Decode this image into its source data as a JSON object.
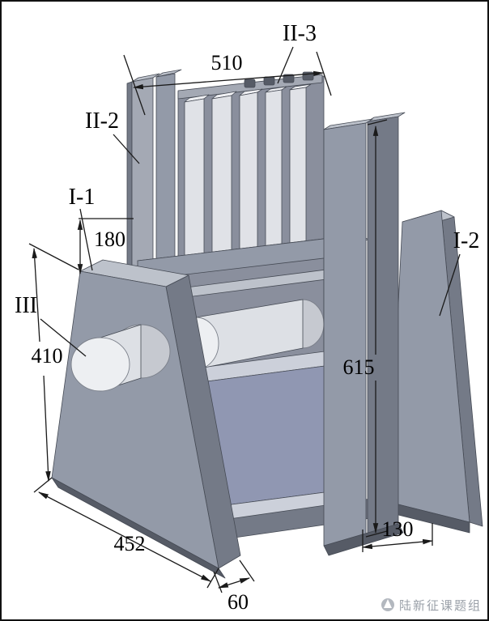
{
  "page": {
    "background": "#FFFFFF",
    "border_color": "#111111"
  },
  "watermark": {
    "text": "陆新征课题组"
  },
  "part_labels": {
    "i1": "I-1",
    "i2": "I-2",
    "ii2": "II-2",
    "ii3": "II-3",
    "iii": "III"
  },
  "dimensions": {
    "top_width": "510",
    "upper_left_height": "180",
    "support_height": "410",
    "base_length": "452",
    "base_plate_thickness": "60",
    "column_base_width": "130",
    "column_height": "615"
  },
  "colors": {
    "steel_front": "#939AA8",
    "steel_top": "#BDC2CB",
    "steel_side": "#747A87",
    "steel_dark": "#565B66",
    "panel": "#8A8F9D",
    "plate_face": "#E0E2E7",
    "plate_top": "#F0F1F4",
    "plate_outer": "#A4A9B4",
    "cylinder_face": "#EDEFF2",
    "cylinder_body": "#DDE0E5",
    "cylinder_back": "#C6C9D0",
    "specimen_web": "#9097B2",
    "specimen_flange": "#CCD0DA",
    "dim_line": "#1A1A1A",
    "label_text": "#000000",
    "watermark_gray": "#9AA0A8"
  }
}
